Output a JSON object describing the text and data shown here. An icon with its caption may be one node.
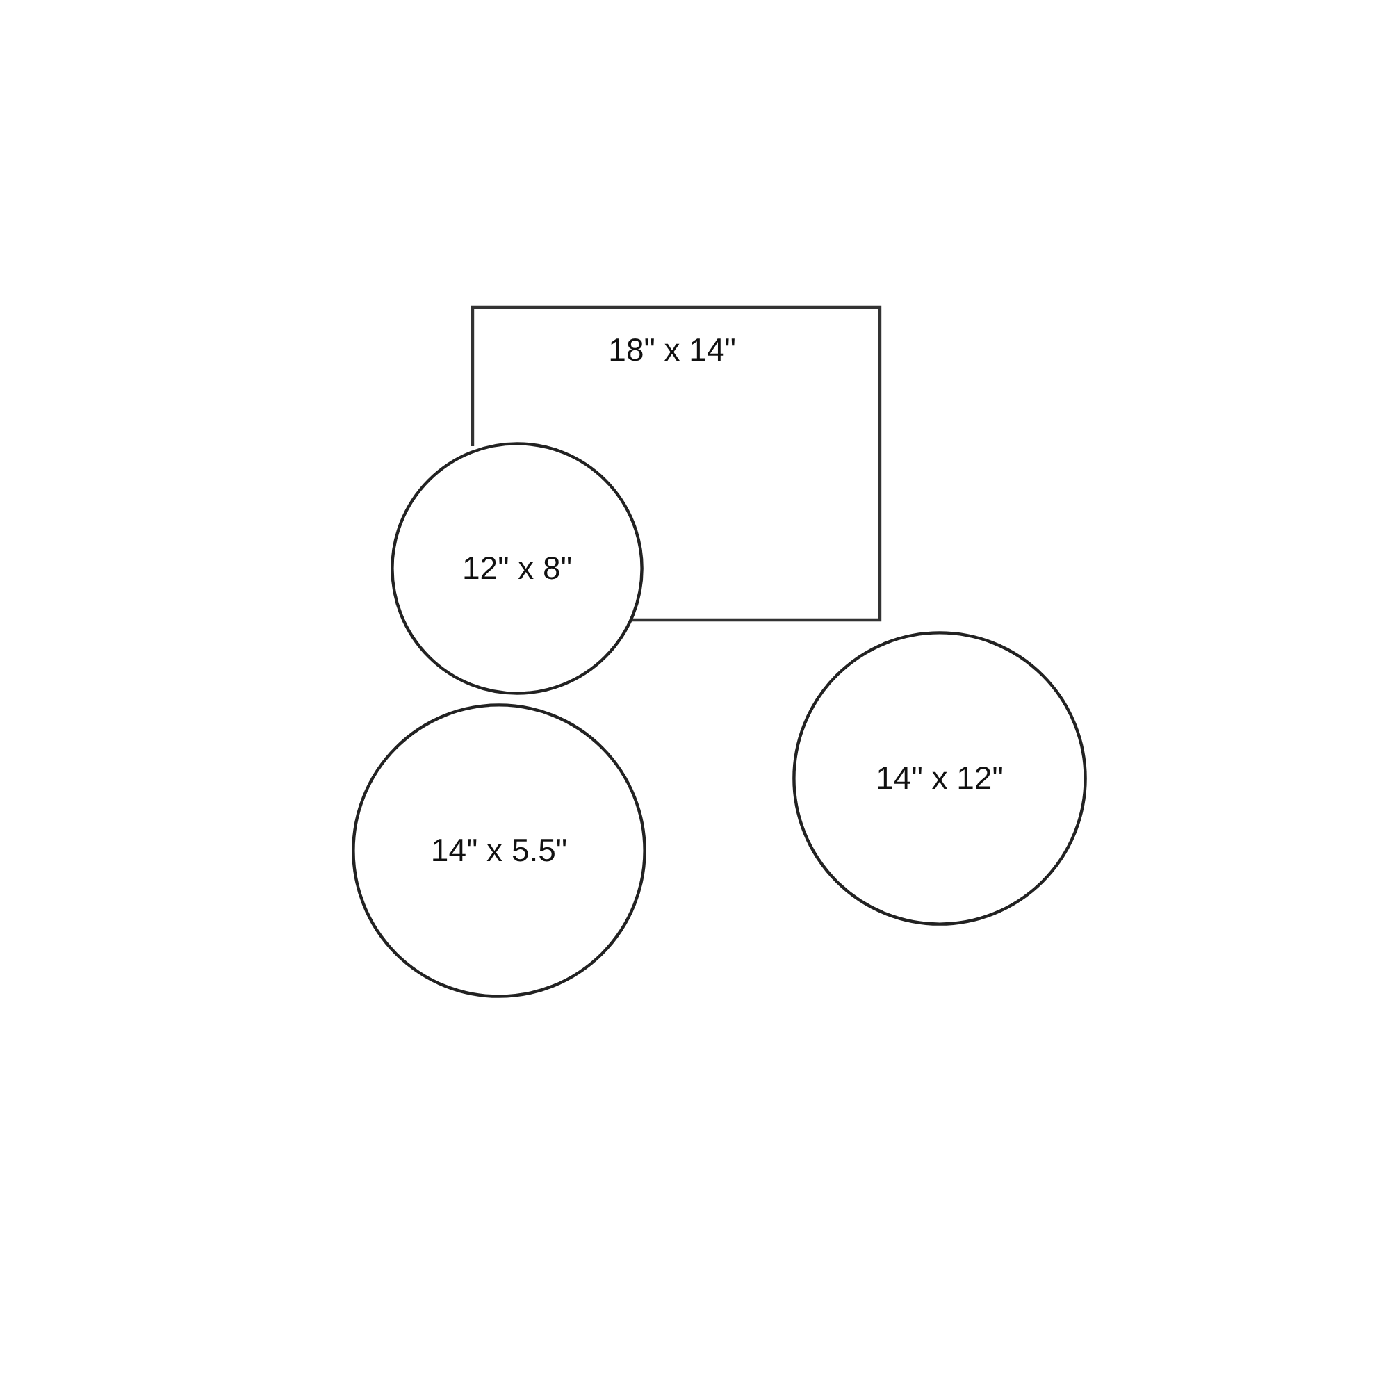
{
  "diagram": {
    "nodes": [
      {
        "text": [
          "18\" x 14\""
        ]
      },
      {
        "text": [
          "12\" x 8\""
        ]
      },
      {
        "text": [
          "14\" x 12\""
        ]
      },
      {
        "text": [
          "14\" x 5.5\""
        ]
      }
    ],
    "edges": []
  }
}
